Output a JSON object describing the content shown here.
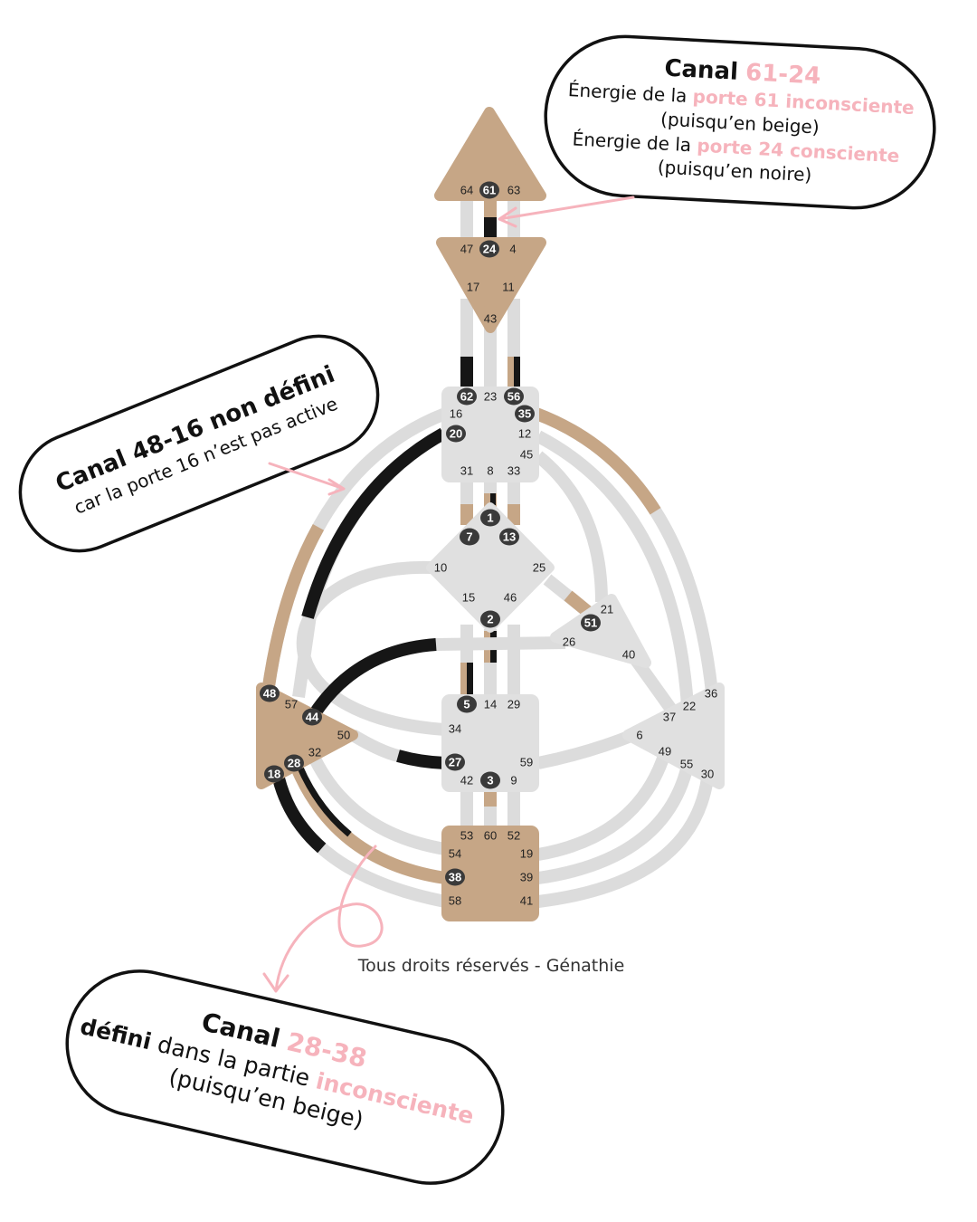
{
  "colors": {
    "unconscious": "#c6a686",
    "conscious": "#161616",
    "inactive": "#dcdcdc",
    "accent": "#f6b3bc"
  },
  "centers": [
    {
      "name": "head",
      "gates": [
        {
          "n": "64",
          "active": false
        },
        {
          "n": "61",
          "active": true
        },
        {
          "n": "63",
          "active": false
        }
      ]
    },
    {
      "name": "ajna",
      "gates": [
        {
          "n": "47",
          "active": false
        },
        {
          "n": "24",
          "active": true
        },
        {
          "n": "4",
          "active": false
        },
        {
          "n": "17",
          "active": false
        },
        {
          "n": "11",
          "active": false
        },
        {
          "n": "43",
          "active": false
        }
      ]
    },
    {
      "name": "throat",
      "gates": [
        {
          "n": "62",
          "active": true
        },
        {
          "n": "23",
          "active": false
        },
        {
          "n": "56",
          "active": true
        },
        {
          "n": "16",
          "active": false
        },
        {
          "n": "35",
          "active": true
        },
        {
          "n": "20",
          "active": true
        },
        {
          "n": "12",
          "active": false
        },
        {
          "n": "45",
          "active": false
        },
        {
          "n": "31",
          "active": false
        },
        {
          "n": "8",
          "active": false
        },
        {
          "n": "33",
          "active": false
        }
      ]
    },
    {
      "name": "g",
      "gates": [
        {
          "n": "1",
          "active": true
        },
        {
          "n": "7",
          "active": true
        },
        {
          "n": "13",
          "active": true
        },
        {
          "n": "10",
          "active": false
        },
        {
          "n": "25",
          "active": false
        },
        {
          "n": "15",
          "active": false
        },
        {
          "n": "46",
          "active": false
        },
        {
          "n": "2",
          "active": true
        }
      ]
    },
    {
      "name": "heart",
      "gates": [
        {
          "n": "21",
          "active": false
        },
        {
          "n": "51",
          "active": true
        },
        {
          "n": "26",
          "active": false
        },
        {
          "n": "40",
          "active": false
        }
      ]
    },
    {
      "name": "spleen",
      "gates": [
        {
          "n": "48",
          "active": true
        },
        {
          "n": "57",
          "active": false
        },
        {
          "n": "44",
          "active": true
        },
        {
          "n": "50",
          "active": false
        },
        {
          "n": "32",
          "active": false
        },
        {
          "n": "28",
          "active": true
        },
        {
          "n": "18",
          "active": true
        }
      ]
    },
    {
      "name": "sacral",
      "gates": [
        {
          "n": "5",
          "active": true
        },
        {
          "n": "14",
          "active": false
        },
        {
          "n": "29",
          "active": false
        },
        {
          "n": "34",
          "active": false
        },
        {
          "n": "27",
          "active": true
        },
        {
          "n": "59",
          "active": false
        },
        {
          "n": "42",
          "active": false
        },
        {
          "n": "3",
          "active": true
        },
        {
          "n": "9",
          "active": false
        }
      ]
    },
    {
      "name": "solar-plexus",
      "gates": [
        {
          "n": "36",
          "active": false
        },
        {
          "n": "22",
          "active": false
        },
        {
          "n": "37",
          "active": false
        },
        {
          "n": "6",
          "active": false
        },
        {
          "n": "49",
          "active": false
        },
        {
          "n": "55",
          "active": false
        },
        {
          "n": "30",
          "active": false
        }
      ]
    },
    {
      "name": "root",
      "gates": [
        {
          "n": "53",
          "active": false
        },
        {
          "n": "60",
          "active": false
        },
        {
          "n": "52",
          "active": false
        },
        {
          "n": "54",
          "active": false
        },
        {
          "n": "19",
          "active": false
        },
        {
          "n": "38",
          "active": true
        },
        {
          "n": "39",
          "active": false
        },
        {
          "n": "58",
          "active": false
        },
        {
          "n": "41",
          "active": false
        }
      ]
    }
  ],
  "annotations": {
    "channel_61_24": {
      "title": "Canal",
      "title_num": "61-24",
      "line1_pre": "Énergie de la",
      "line1_pink": "porte 61 inconsciente",
      "line2": "(puisqu’en beige)",
      "line3_pre": "Énergie de la",
      "line3_pink": "porte 24 consciente",
      "line4": "(puisqu’en noire)"
    },
    "channel_48_16": {
      "title": "Canal 48-16 non défini",
      "subtitle": "car la porte 16 n’est pas active"
    },
    "channel_28_38": {
      "title": "Canal",
      "title_num": "28-38",
      "line1_bold": "défini",
      "line1_mid": "dans la partie",
      "line1_pink": "inconsciente",
      "line2": "(puisqu’en beige)"
    }
  },
  "copyright": "Tous droits réservés - Génathie"
}
